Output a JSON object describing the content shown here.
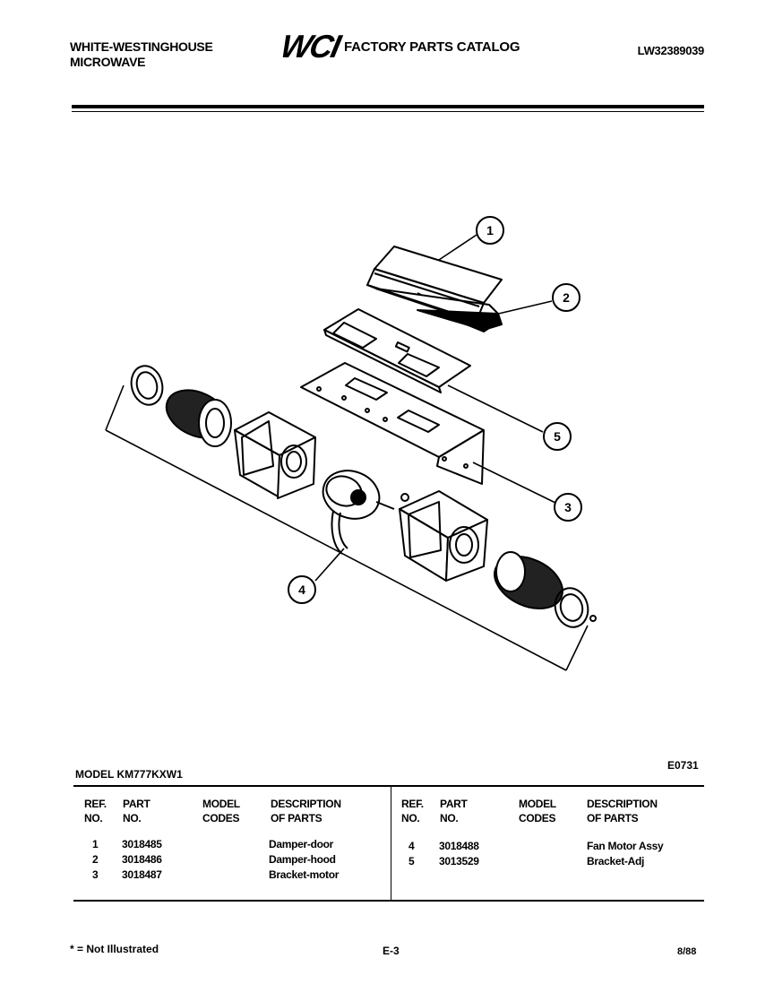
{
  "header": {
    "brand_line1": "WHITE-WESTINGHOUSE",
    "brand_line2": "MICROWAVE",
    "logo_text": "WCI",
    "catalog_title": "FACTORY PARTS CATALOG",
    "catalog_code": "LW32389039"
  },
  "diagram": {
    "callouts": [
      "1",
      "2",
      "5",
      "3",
      "4"
    ]
  },
  "figure_code": "E0731",
  "model_line": "MODEL KM777KXW1",
  "table": {
    "headers": {
      "ref_1": "REF.",
      "ref_2": "NO.",
      "part_1": "PART",
      "part_2": "NO.",
      "model_1": "MODEL",
      "model_2": "CODES",
      "desc_1": "DESCRIPTION",
      "desc_2": "OF PARTS"
    },
    "left_rows": [
      {
        "ref": "1",
        "part": "3018485",
        "codes": "",
        "desc": "Damper-door"
      },
      {
        "ref": "2",
        "part": "3018486",
        "codes": "",
        "desc": "Damper-hood"
      },
      {
        "ref": "3",
        "part": "3018487",
        "codes": "",
        "desc": "Bracket-motor"
      }
    ],
    "right_rows": [
      {
        "ref": "4",
        "part": "3018488",
        "codes": "",
        "desc": "Fan Motor Assy"
      },
      {
        "ref": "5",
        "part": "3013529",
        "codes": "",
        "desc": "Bracket-Adj"
      }
    ]
  },
  "footer": {
    "legend": "* = Not Illustrated",
    "page": "E-3",
    "date": "8/88"
  }
}
